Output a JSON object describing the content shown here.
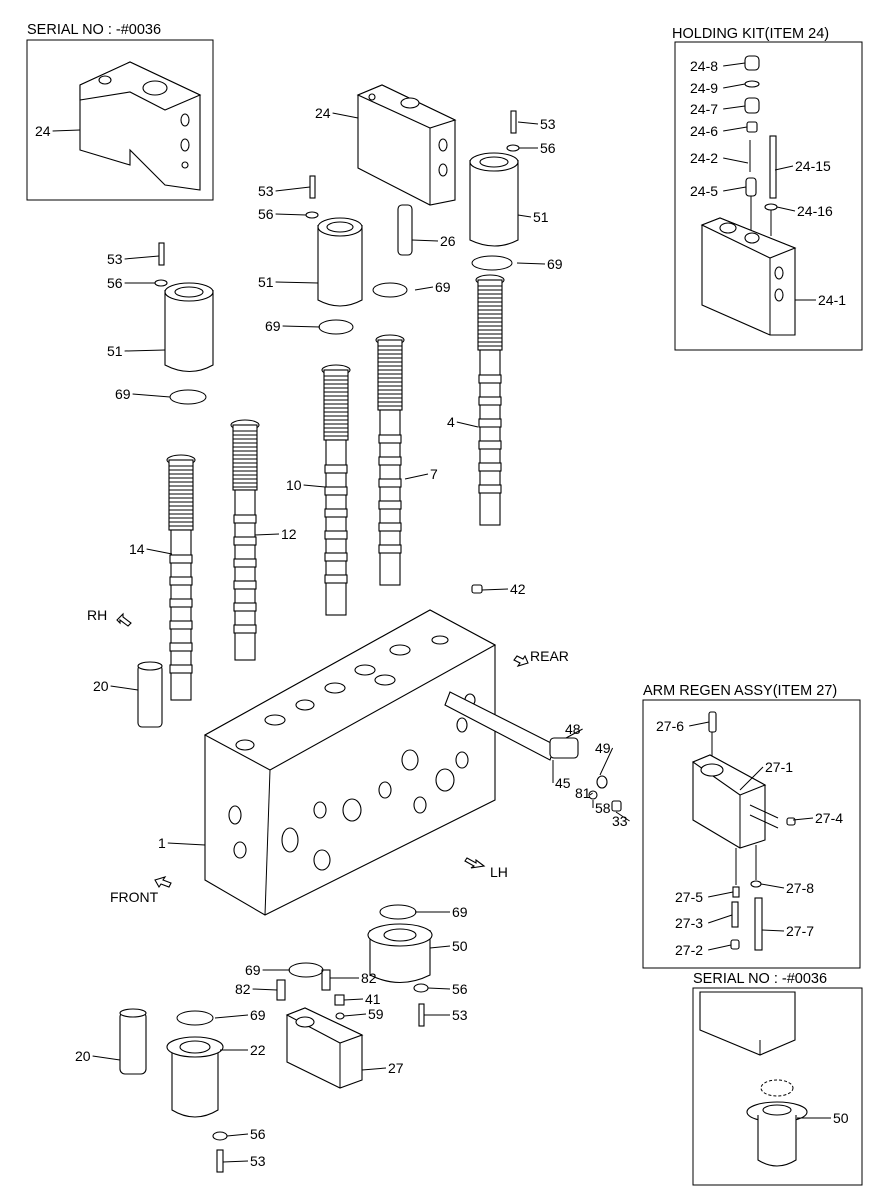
{
  "titles": {
    "serial_top": "SERIAL NO : -#0036",
    "holding_kit": "HOLDING KIT(ITEM 24)",
    "arm_regen": "ARM REGEN ASSY(ITEM 27)",
    "serial_bottom": "SERIAL NO : -#0036"
  },
  "directions": {
    "rh": "RH",
    "rear": "REAR",
    "lh": "LH",
    "front": "FRONT"
  },
  "inset_serial_top_labels": [
    "24"
  ],
  "holding_kit_labels": [
    "24-8",
    "24-9",
    "24-7",
    "24-6",
    "24-2",
    "24-15",
    "24-5",
    "24-16",
    "24-1"
  ],
  "arm_regen_labels": [
    "27-6",
    "27-1",
    "27-4",
    "27-5",
    "27-8",
    "27-3",
    "27-7",
    "27-2"
  ],
  "inset_serial_bottom_labels": [
    "50"
  ],
  "main_labels": [
    "24",
    "53",
    "56",
    "53",
    "56",
    "26",
    "51",
    "51",
    "53",
    "56",
    "69",
    "69",
    "69",
    "51",
    "69",
    "4",
    "7",
    "10",
    "12",
    "14",
    "42",
    "20",
    "48",
    "49",
    "45",
    "81",
    "58",
    "33",
    "1",
    "69",
    "50",
    "69",
    "82",
    "41",
    "56",
    "82",
    "59",
    "69",
    "53",
    "20",
    "22",
    "27",
    "56",
    "53"
  ]
}
